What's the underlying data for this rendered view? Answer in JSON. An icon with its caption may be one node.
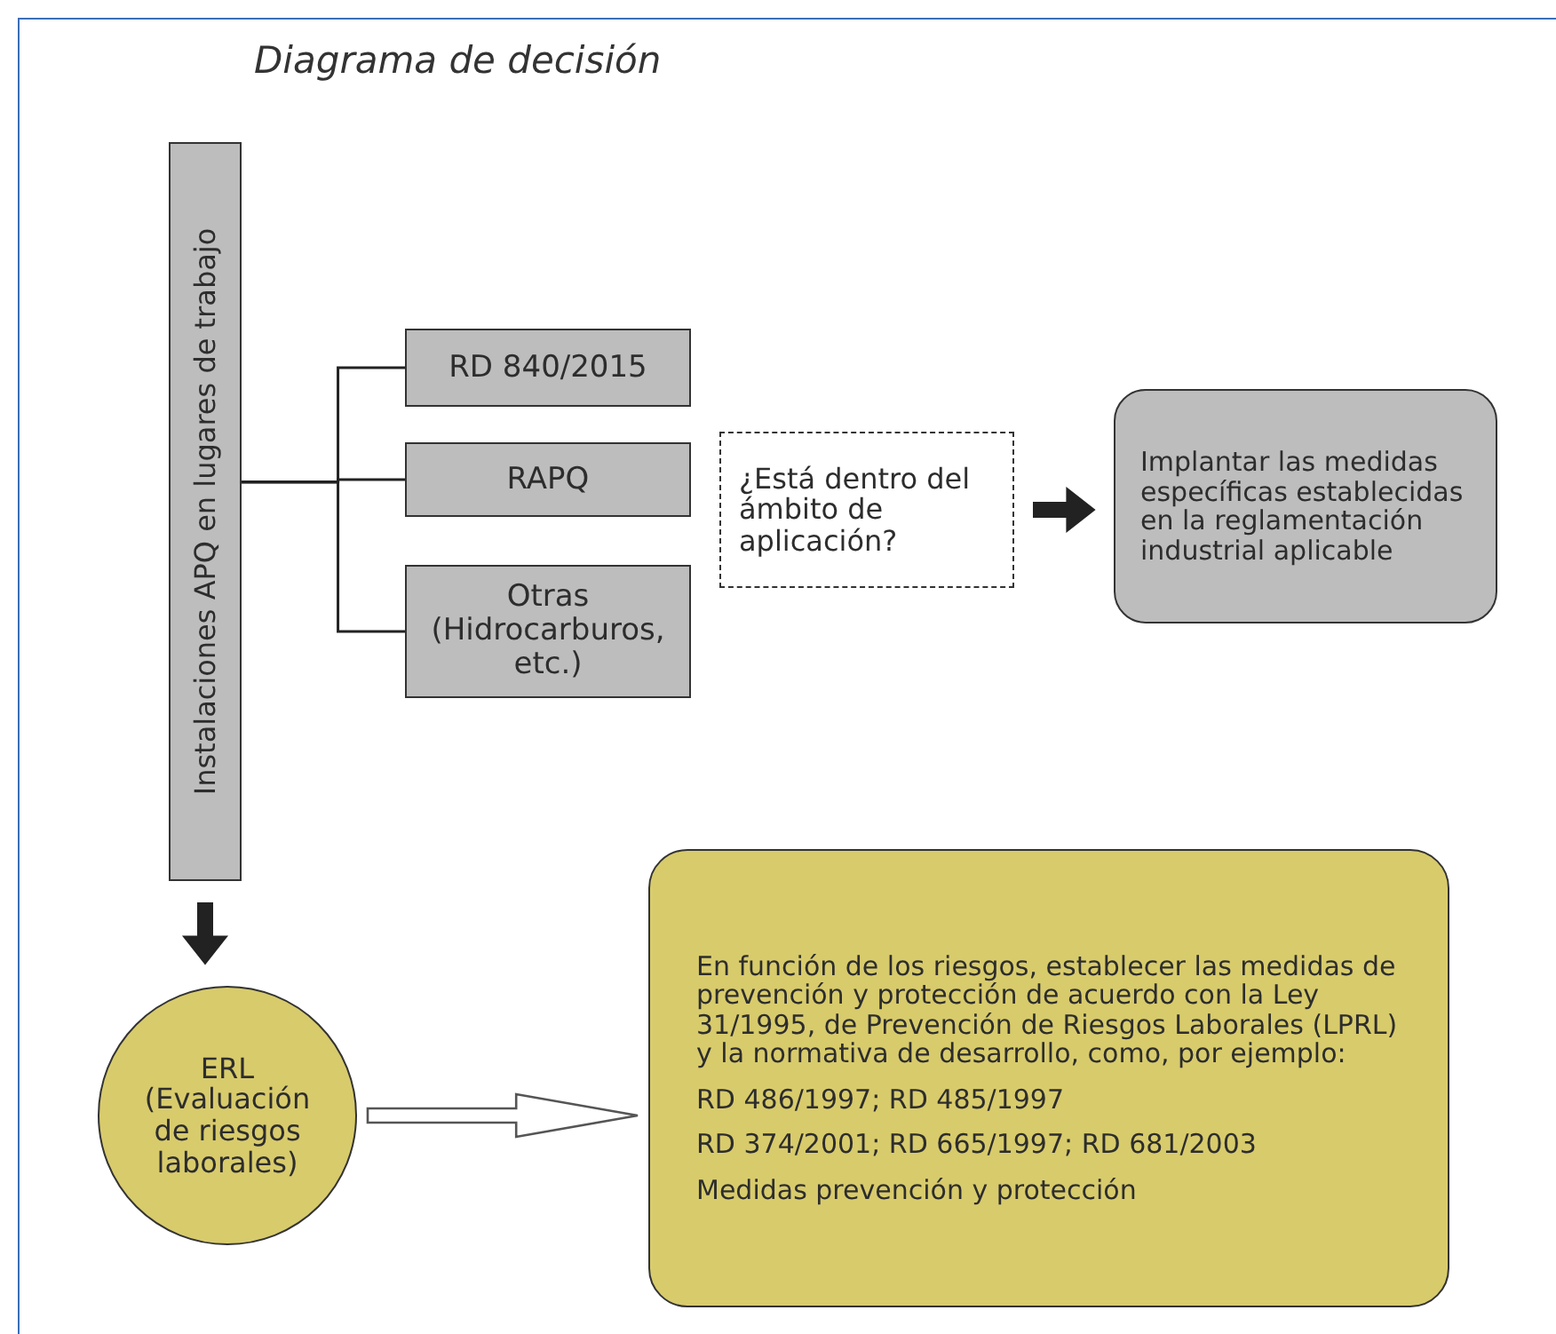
{
  "diagram": {
    "title": "Diagrama de decisión",
    "nodes": [
      {
        "text": [
          "Instalaciones APQ  en lugares de trabajo"
        ]
      },
      {
        "text": [
          "RD 840/2015"
        ]
      },
      {
        "text": [
          "RAPQ"
        ]
      },
      {
        "text": [
          "Otras (Hidrocarburos, etc.)"
        ]
      },
      {
        "text": [
          "¿Está dentro del ámbito de aplicación?"
        ]
      },
      {
        "text": [
          "Implantar las medidas específicas establecidas en la reglamentación industrial aplicable"
        ]
      },
      {
        "text": [
          "ERL (Evaluación de riesgos laborales)"
        ]
      },
      {
        "text": [
          "En función de los riesgos, establecer las medidas de prevención y protección de acuerdo con la Ley 31/1995, de Prevención de Riesgos Laborales (LPRL) y la normativa de desarrollo, como, por ejemplo:",
          "RD 486/1997; RD 485/1997",
          "RD 374/2001; RD 665/1997; RD 681/2003",
          "Medidas prevención y protección"
        ]
      }
    ],
    "edges": [
      {
        "from": 0,
        "to": 1,
        "arrow": "none"
      },
      {
        "from": 0,
        "to": 2,
        "arrow": "none"
      },
      {
        "from": 0,
        "to": 3,
        "arrow": "none"
      },
      {
        "from": 4,
        "to": 5,
        "arrow": "to",
        "style": "thick"
      },
      {
        "from": 0,
        "to": 6,
        "arrow": "to",
        "style": "thick"
      },
      {
        "from": 6,
        "to": 7,
        "arrow": "to"
      }
    ]
  }
}
